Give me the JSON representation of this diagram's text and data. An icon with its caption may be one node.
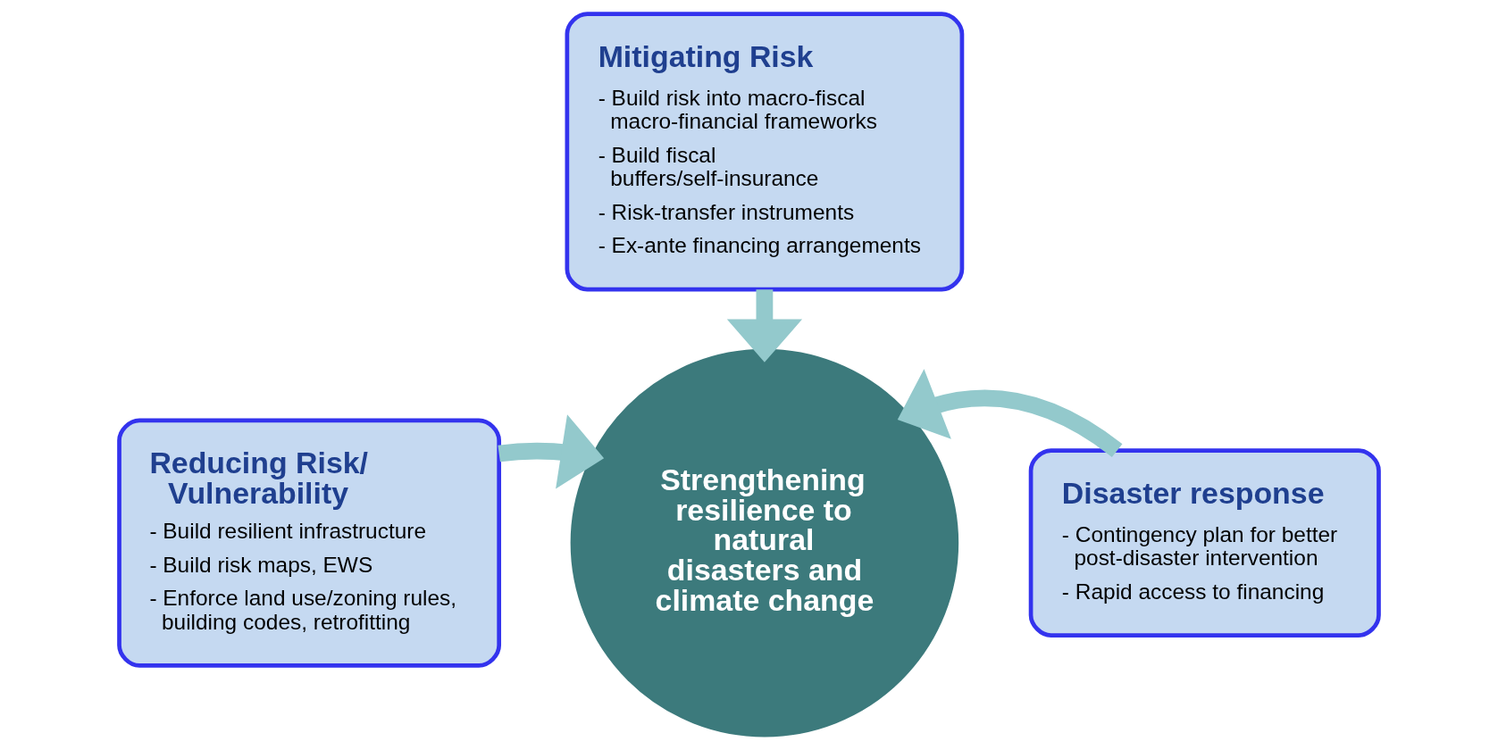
{
  "diagram": {
    "nodes": [
      {
        "text": [
          "Mitigating Risk",
          "- Build risk into macro-fiscal macro-financial frameworks",
          "- Build fiscal buffers/self-insurance",
          "- Risk-transfer instruments",
          "- Ex-ante financing arrangements"
        ]
      },
      {
        "text": [
          "Reducing Risk/ Vulnerability",
          "- Build resilient infrastructure",
          "- Build risk maps, EWS",
          "- Enforce land use/zoning rules, building codes, retrofitting"
        ]
      },
      {
        "text": [
          "Disaster response",
          "- Contingency plan for better post-disaster intervention",
          "- Rapid access to financing"
        ]
      },
      {
        "text": [
          "Strengthening resilience to natural disasters and climate change"
        ]
      }
    ],
    "edges": [
      {
        "from": 0,
        "to": 3,
        "arrow": "to",
        "color": "#93c9cc"
      },
      {
        "from": 1,
        "to": 3,
        "arrow": "to",
        "color": "#93c9cc"
      },
      {
        "from": 2,
        "to": 3,
        "arrow": "to",
        "color": "#93c9cc"
      }
    ]
  }
}
